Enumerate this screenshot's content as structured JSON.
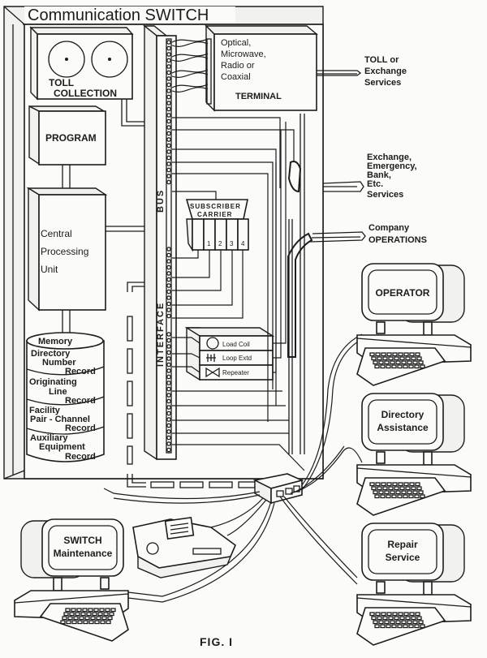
{
  "title": "Communication SWITCH",
  "figure_caption": "FIG. I",
  "switch_components": {
    "toll_collection": [
      "TOLL",
      "COLLECTION"
    ],
    "program": "PROGRAM",
    "cpu": [
      "Central",
      "Processing",
      "Unit"
    ],
    "memory": {
      "label": "Memory",
      "records": [
        [
          "Directory",
          "Number",
          "Record"
        ],
        [
          "Originating",
          "Line",
          "Record"
        ],
        [
          "Facility",
          "Pair - Channel",
          "Record"
        ],
        [
          "Auxiliary",
          "Equipment",
          "Record"
        ]
      ]
    },
    "bus_interface": [
      "BUS",
      "INTERFACE"
    ],
    "terminal": {
      "lines": [
        "Optical,",
        "Microwave,",
        "Radio or",
        "Coaxial"
      ],
      "name": "TERMINAL"
    },
    "subscriber_carrier": {
      "title": [
        "SUBSCRIBER",
        "CARRIER"
      ],
      "channels": [
        "1",
        "2",
        "3",
        "4"
      ]
    },
    "line_equipment": [
      "Load Coil",
      "Loop Extd",
      "Repeater"
    ]
  },
  "external_services": [
    {
      "id": "toll",
      "lines": [
        "TOLL  or",
        "Exchange",
        "Services"
      ]
    },
    {
      "id": "exchange",
      "lines": [
        "Exchange,",
        "Emergency,",
        "Bank,",
        "Etc.",
        "Services"
      ]
    },
    {
      "id": "company",
      "lines": [
        "Company",
        "OPERATIONS"
      ]
    }
  ],
  "terminals": [
    {
      "id": "operator",
      "lines": [
        "OPERATOR"
      ]
    },
    {
      "id": "directory",
      "lines": [
        "Directory",
        "Assistance"
      ]
    },
    {
      "id": "repair",
      "lines": [
        "Repair",
        "Service"
      ]
    },
    {
      "id": "switch-maint",
      "lines": [
        "SWITCH",
        "Maintenance"
      ]
    }
  ]
}
